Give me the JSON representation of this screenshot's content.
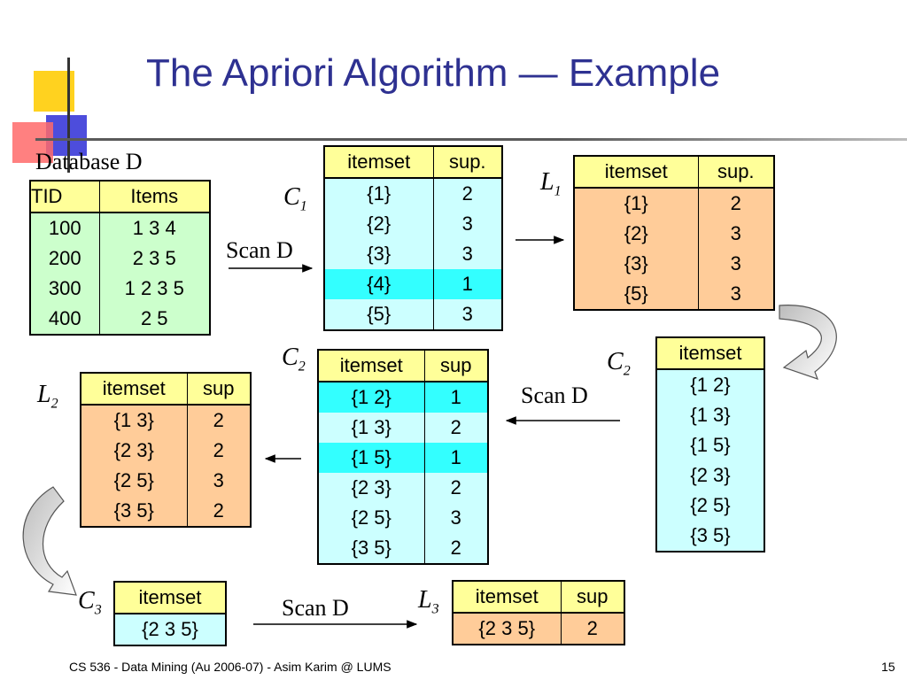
{
  "title": "The Apriori Algorithm — Example",
  "footer": {
    "left": "CS 536 - Data Mining (Au 2006-07) - Asim Karim @ LUMS",
    "page": "15"
  },
  "labels": {
    "database": "Database D",
    "scan": "Scan D",
    "c": "C",
    "l": "L",
    "n1": "1",
    "n2": "2",
    "n3": "3"
  },
  "db": {
    "headers": [
      "TID",
      "Items"
    ],
    "rows": [
      [
        "100",
        "1 3 4"
      ],
      [
        "200",
        "2 3 5"
      ],
      [
        "300",
        "1 2 3 5"
      ],
      [
        "400",
        "2 5"
      ]
    ]
  },
  "c1": {
    "headers": [
      "itemset",
      "sup."
    ],
    "rows": [
      [
        "{1}",
        "2"
      ],
      [
        "{2}",
        "3"
      ],
      [
        "{3}",
        "3"
      ],
      [
        "{4}",
        "1"
      ],
      [
        "{5}",
        "3"
      ]
    ]
  },
  "l1": {
    "headers": [
      "itemset",
      "sup."
    ],
    "rows": [
      [
        "{1}",
        "2"
      ],
      [
        "{2}",
        "3"
      ],
      [
        "{3}",
        "3"
      ],
      [
        "{5}",
        "3"
      ]
    ]
  },
  "c2_list": {
    "header": "itemset",
    "rows": [
      "{1 2}",
      "{1 3}",
      "{1 5}",
      "{2 3}",
      "{2 5}",
      "{3 5}"
    ]
  },
  "c2_count": {
    "headers": [
      "itemset",
      "sup"
    ],
    "rows": [
      [
        "{1 2}",
        "1"
      ],
      [
        "{1 3}",
        "2"
      ],
      [
        "{1 5}",
        "1"
      ],
      [
        "{2 3}",
        "2"
      ],
      [
        "{2 5}",
        "3"
      ],
      [
        "{3 5}",
        "2"
      ]
    ]
  },
  "l2": {
    "headers": [
      "itemset",
      "sup"
    ],
    "rows": [
      [
        "{1 3}",
        "2"
      ],
      [
        "{2 3}",
        "2"
      ],
      [
        "{2 5}",
        "3"
      ],
      [
        "{3 5}",
        "2"
      ]
    ]
  },
  "c3": {
    "header": "itemset",
    "rows": [
      "{2 3 5}"
    ]
  },
  "l3": {
    "headers": [
      "itemset",
      "sup"
    ],
    "rows": [
      [
        "{2 3 5}",
        "2"
      ]
    ]
  }
}
